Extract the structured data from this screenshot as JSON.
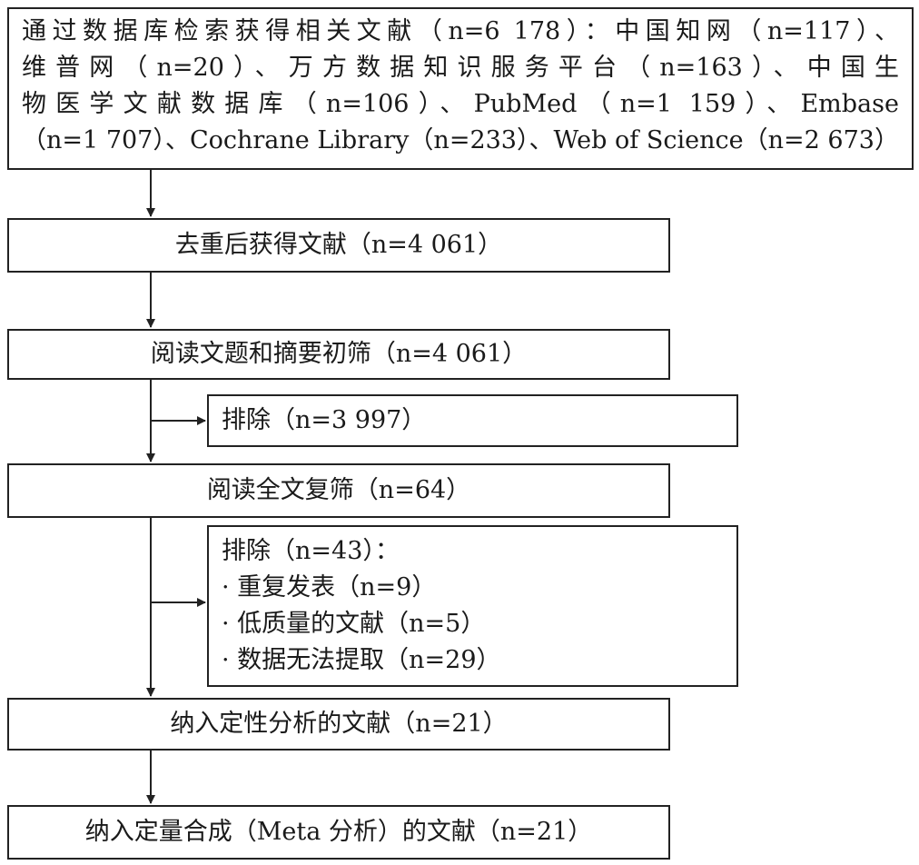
{
  "search_box": {
    "lines": [
      "通过数据库检索获得相关文献（n=6 178）：中国知网（n=117）、",
      "维普网（n=20）、万方数据知识服务平台（n=163）、中国生",
      "物医学文献数据库（n=106）、PubMed（n=1 159）、Embase",
      "（n=1 707）、Cochrane Library（n=233）、Web of Science（n=2 673）"
    ]
  },
  "dedup_box": {
    "text": "去重后获得文献（n=4 061）"
  },
  "screen_box": {
    "text": "阅读文题和摘要初筛（n=4 061）"
  },
  "exclude1_box": {
    "text": "排除（n=3 997）"
  },
  "fulltext_box": {
    "text": "阅读全文复筛（n=64）"
  },
  "exclude2_box": {
    "title": "排除（n=43）：",
    "items": [
      "· 重复发表（n=9）",
      "· 低质量的文献（n=5）",
      "· 数据无法提取（n=29）"
    ]
  },
  "qualitative_box": {
    "text": "纳入定性分析的文献（n=21）"
  },
  "meta_box": {
    "text": "纳入定量合成（Meta 分析）的文献（n=21）"
  }
}
